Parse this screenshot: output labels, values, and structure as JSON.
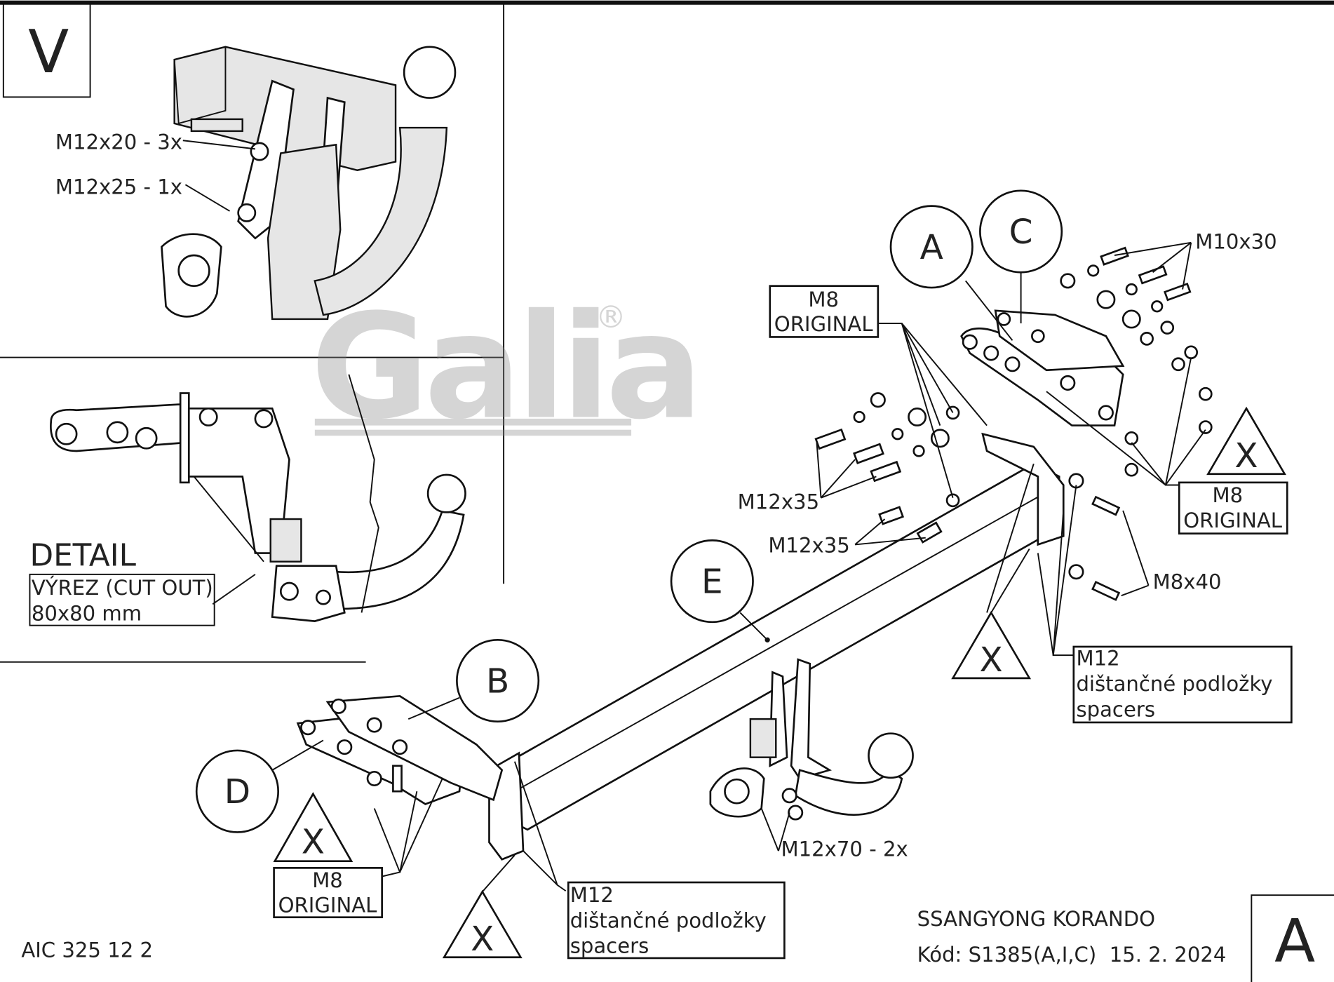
{
  "panels": {
    "view_v": {
      "letter": "V",
      "bolt1": "M12x20 - 3x",
      "bolt2": "M12x25 - 1x"
    },
    "detail": {
      "title": "DETAIL",
      "line1": "VÝREZ (CUT OUT)",
      "line2": "80x80 mm"
    }
  },
  "watermark": {
    "logo": "Galia",
    "registered": "®"
  },
  "parts": {
    "A": "A",
    "B": "B",
    "C": "C",
    "D": "D",
    "E": "E"
  },
  "markers": {
    "x": "X"
  },
  "labels": {
    "m8_original_line1": "M8",
    "m8_original_line2": "ORIGINAL",
    "m10x30": "M10x30",
    "m12x35_a": "M12x35",
    "m12x35_b": "M12x35",
    "m8x40": "M8x40",
    "m12_line1": "M12",
    "m12_line2": "dištančné podložky",
    "m12_line3": "spacers",
    "m12x70": "M12x70 - 2x"
  },
  "footer": {
    "code": "AIC 325 12 2",
    "vehicle": "SSANGYONG KORANDO",
    "kod": "Kód: S1385(A,I,C)  15. 2. 2024",
    "sheet": "A"
  }
}
